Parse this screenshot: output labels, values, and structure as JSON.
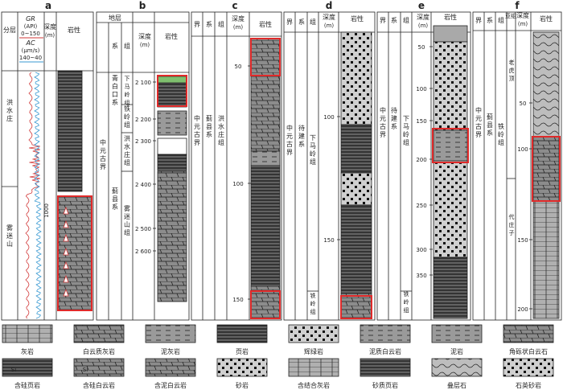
{
  "panel_letters": [
    "a",
    "b",
    "c",
    "d",
    "e",
    "f"
  ],
  "panel_a": {
    "header_layer": "分层",
    "header_gr": "GR",
    "header_gr_unit": "(API)",
    "header_gr_range": "0~150",
    "header_ac": "AC",
    "header_ac_unit": "(μm/s)",
    "header_ac_range": "140~40",
    "header_depth": "深度",
    "header_depth_unit": "(m)",
    "header_lith": "岩性",
    "layer_upper": "洪水庄",
    "layer_lower": "雾迷山",
    "depth_tick": "1000"
  },
  "panel_b": {
    "header_strata": "地层",
    "header_system": "系",
    "header_group": "组",
    "header_depth": "深度",
    "header_depth_unit": "(m)",
    "header_lith": "岩性",
    "era": "中元古界",
    "system": "蓟县系",
    "top_unit": "青白口系",
    "group_xiamaling": "下马岭组",
    "group_tieling": "铁岭组",
    "group_hongshuizhuang": "洪水庄组",
    "group_wumishan": "雾迷山组",
    "depth_ticks": [
      "2 100",
      "2 200",
      "2 300",
      "2 400",
      "2 500",
      "2 600"
    ]
  },
  "panel_c": {
    "header_jie": "界",
    "header_xi": "系",
    "header_zu": "组",
    "header_depth": "深度",
    "header_depth_unit": "(m)",
    "header_lith": "岩性",
    "era": "中元古界",
    "system": "蓟县系",
    "group": "洪水庄组",
    "depth_ticks": [
      "50",
      "100",
      "150"
    ]
  },
  "panel_d": {
    "header_jie": "界",
    "header_xi": "系",
    "header_zu": "组",
    "header_depth": "深度",
    "header_depth_unit": "(m)",
    "header_lith": "岩性",
    "era": "中元古界",
    "system": "待建系",
    "group_upper": "下马岭组",
    "group_lower": "铁岭组",
    "depth_ticks": [
      "100",
      "150"
    ]
  },
  "panel_e": {
    "header_jie": "界",
    "header_xi": "系",
    "header_zu": "组",
    "header_depth": "深度",
    "header_depth_unit": "(m)",
    "header_lith": "岩性",
    "era": "中元古界",
    "system": "待建系",
    "group_upper": "下马岭组",
    "group_lower": "铁岭组",
    "depth_ticks": [
      "50",
      "100",
      "150",
      "200",
      "250",
      "300",
      "350"
    ]
  },
  "panel_f": {
    "header_jie": "界",
    "header_xi": "系",
    "header_zu": "组",
    "header_subgroup": "亚组",
    "header_depth": "深度",
    "header_depth_unit": "(m)",
    "header_lith": "岩性",
    "era": "中元古界",
    "system": "蓟县系",
    "group": "铁岭组",
    "subgroup_upper": "老虎顶",
    "subgroup_lower": "代庄子",
    "depth_ticks": [
      "50",
      "100",
      "150",
      "200"
    ]
  },
  "legend": [
    {
      "label": "灰岩"
    },
    {
      "label": "白云质灰岩"
    },
    {
      "label": "泥灰岩"
    },
    {
      "label": "页岩"
    },
    {
      "label": "辉绿岩"
    },
    {
      "label": "泥质白云岩"
    },
    {
      "label": "泥岩"
    },
    {
      "label": "角砾状白云石"
    },
    {
      "label": "含硅页岩",
      "symbol_text": "Si"
    },
    {
      "label": "含硅白云岩",
      "symbol_text": "Si"
    },
    {
      "label": "含泥白云岩"
    },
    {
      "label": "砂岩"
    },
    {
      "label": "含结合灰岩"
    },
    {
      "label": "砂质页岩"
    },
    {
      "label": "叠层石"
    },
    {
      "label": "石英砂岩"
    }
  ],
  "colors": {
    "gr_curve": "#d23a3a",
    "ac_curve": "#3a9ad2",
    "highlight_box": "#e02a2a",
    "dolomite_fill": "#8c8c8c",
    "shale_fill": "#555555"
  }
}
